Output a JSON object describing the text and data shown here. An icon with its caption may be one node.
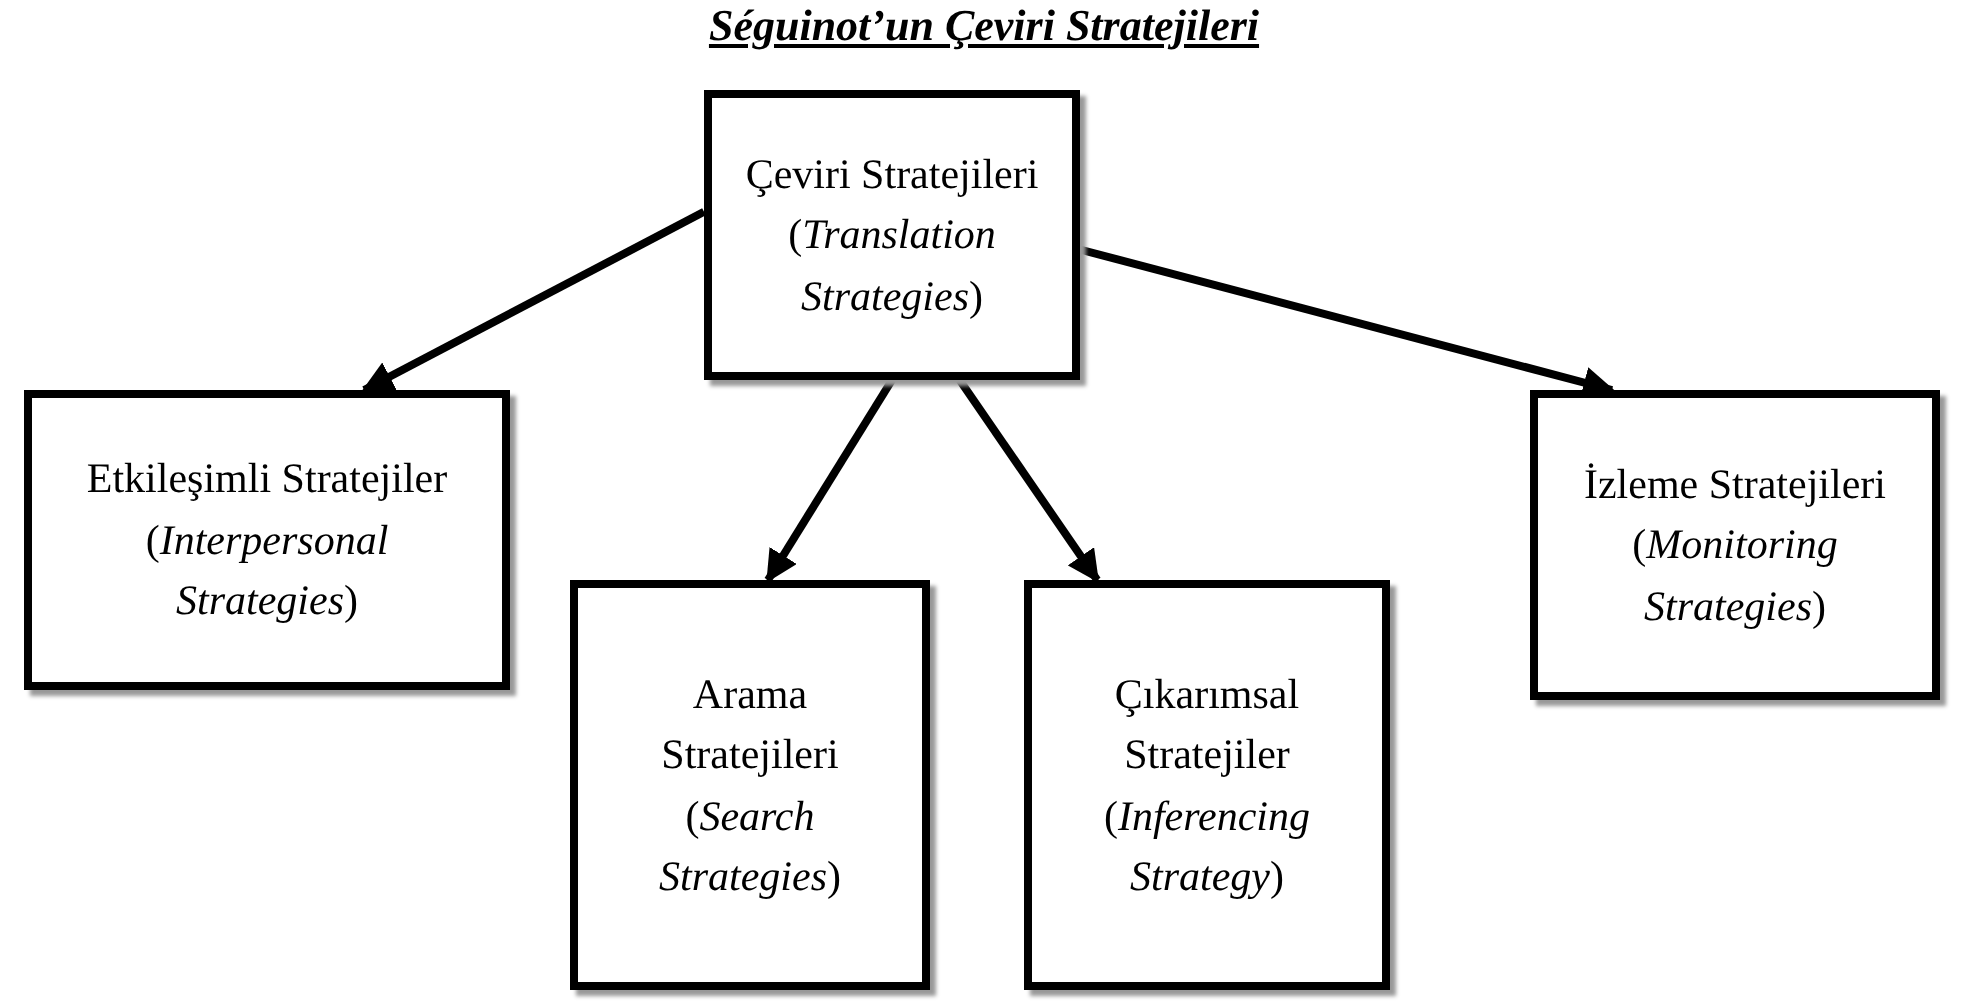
{
  "diagram": {
    "title": "Séguinot’un Çeviri Stratejileri",
    "nodes": [
      {
        "text": [
          "Çeviri Stratejileri (*Translation Strategies*)"
        ]
      },
      {
        "text": [
          "Etkileşimli Stratejiler (*Interpersonal Strategies*)"
        ]
      },
      {
        "text": [
          "İzleme Stratejileri (*Monitoring Strategies*)"
        ]
      },
      {
        "text": [
          "Arama Stratejileri (*Search Strategies*)"
        ]
      },
      {
        "text": [
          "Çıkarımsal Stratejiler (*Inferencing Strategy*)"
        ]
      }
    ],
    "edges": [
      {
        "from": 0,
        "to": 1,
        "arrow": "to"
      },
      {
        "from": 0,
        "to": 2,
        "arrow": "to"
      },
      {
        "from": 0,
        "to": 3,
        "arrow": "to"
      },
      {
        "from": 0,
        "to": 4,
        "arrow": "to"
      }
    ]
  }
}
